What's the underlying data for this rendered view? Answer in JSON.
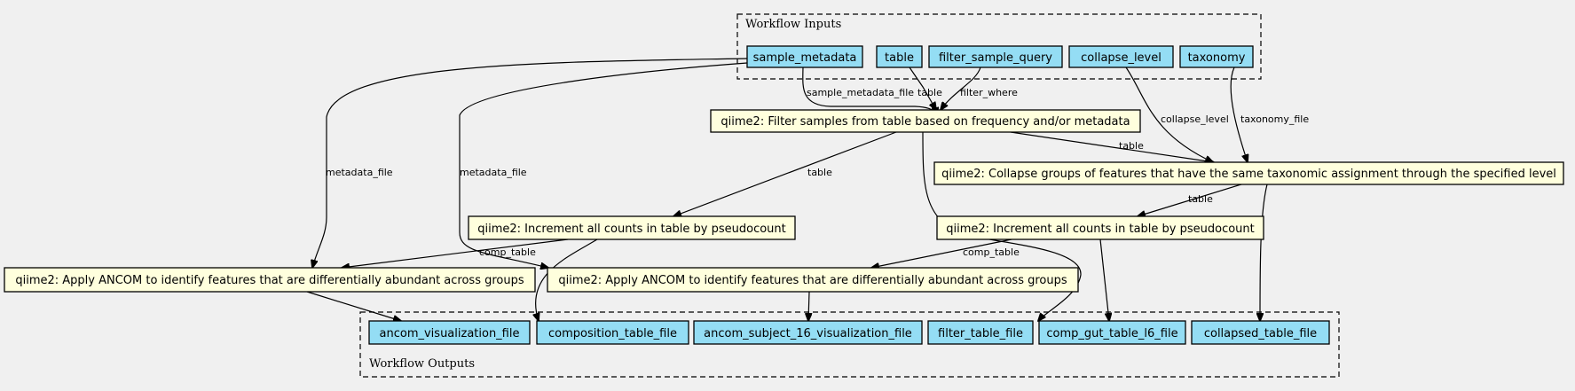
{
  "inputs_cluster": {
    "title": "Workflow Inputs"
  },
  "outputs_cluster": {
    "title": "Workflow Outputs"
  },
  "inputs": {
    "sample_metadata": "sample_metadata",
    "table": "table",
    "filter_sample_query": "filter_sample_query",
    "collapse_level": "collapse_level",
    "taxonomy": "taxonomy"
  },
  "steps": {
    "filter": "qiime2: Filter samples from table based on frequency and/or metadata",
    "collapse": "qiime2: Collapse groups of features that have the same taxonomic assignment through the specified level",
    "increment_a": "qiime2: Increment all counts in table by pseudocount",
    "increment_b": "qiime2: Increment all counts in table by pseudocount",
    "ancom_a": "qiime2: Apply ANCOM to identify features that are differentially abundant across groups",
    "ancom_b": "qiime2: Apply ANCOM to identify features that are differentially abundant across groups"
  },
  "outputs": {
    "ancom_visualization_file": "ancom_visualization_file",
    "composition_table_file": "composition_table_file",
    "ancom_subject_16_visualization_file": "ancom_subject_16_visualization_file",
    "filter_table_file": "filter_table_file",
    "comp_gut_table_l6_file": "comp_gut_table_l6_file",
    "collapsed_table_file": "collapsed_table_file"
  },
  "edge_labels": {
    "sample_metadata_file": "sample_metadata_file",
    "table": "table",
    "filter_where": "filter_where",
    "collapse_level": "collapse_level",
    "taxonomy_file": "taxonomy_file",
    "filter_to_collapse_table": "table",
    "filter_to_increment_table": "table",
    "collapse_to_increment_table": "table",
    "metadata_file_a": "metadata_file",
    "metadata_file_b": "metadata_file",
    "comp_table_a": "comp_table",
    "comp_table_b": "comp_table"
  },
  "colors": {
    "background": "#f0f0f0",
    "io_node_fill": "#94ddf4",
    "step_node_fill": "#ffffdd",
    "stroke": "#000000"
  }
}
